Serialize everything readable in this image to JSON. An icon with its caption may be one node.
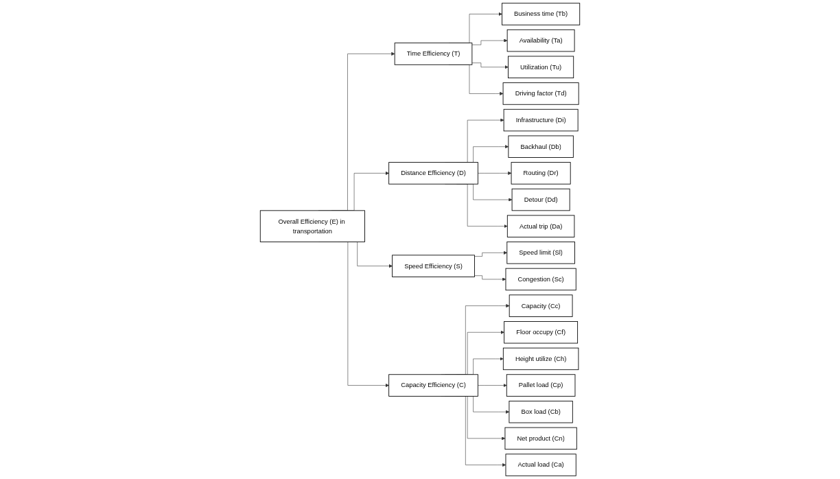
{
  "diagram": {
    "nodes": [
      {
        "text": [
          "Overall Efficiency (E) in transportation"
        ]
      },
      {
        "text": [
          "Time Efficiency (T)"
        ]
      },
      {
        "text": [
          "Business time (Tb)"
        ]
      },
      {
        "text": [
          "Availability (Ta)"
        ]
      },
      {
        "text": [
          "Utilization (Tu)"
        ]
      },
      {
        "text": [
          "Driving factor (Td)"
        ]
      },
      {
        "text": [
          "Distance Efficiency (D)"
        ]
      },
      {
        "text": [
          "Infrastructure (Di)"
        ]
      },
      {
        "text": [
          "Backhaul (Db)"
        ]
      },
      {
        "text": [
          "Routing (Dr)"
        ]
      },
      {
        "text": [
          "Detour (Dd)"
        ]
      },
      {
        "text": [
          "Actual trip (Da)"
        ]
      },
      {
        "text": [
          "Speed Efficiency (S)"
        ]
      },
      {
        "text": [
          "Speed limit (Sl)"
        ]
      },
      {
        "text": [
          "Congestion (Sc)"
        ]
      },
      {
        "text": [
          "Capacity Efficiency (C)"
        ]
      },
      {
        "text": [
          "Capacity (Cc)"
        ]
      },
      {
        "text": [
          "Floor occupy (Cf)"
        ]
      },
      {
        "text": [
          "Height utilize (Ch)"
        ]
      },
      {
        "text": [
          "Pallet load (Cp)"
        ]
      },
      {
        "text": [
          "Box load (Cb)"
        ]
      },
      {
        "text": [
          "Net product (Cn)"
        ]
      },
      {
        "text": [
          "Actual load (Ca)"
        ]
      }
    ],
    "edges": [
      {
        "from": 0,
        "to": 1,
        "arrow": "to"
      },
      {
        "from": 0,
        "to": 6,
        "arrow": "to"
      },
      {
        "from": 0,
        "to": 12,
        "arrow": "to"
      },
      {
        "from": 0,
        "to": 15,
        "arrow": "to"
      },
      {
        "from": 1,
        "to": 2,
        "arrow": "to"
      },
      {
        "from": 1,
        "to": 3,
        "arrow": "to"
      },
      {
        "from": 1,
        "to": 4,
        "arrow": "to"
      },
      {
        "from": 1,
        "to": 5,
        "arrow": "to"
      },
      {
        "from": 6,
        "to": 7,
        "arrow": "to"
      },
      {
        "from": 6,
        "to": 8,
        "arrow": "to"
      },
      {
        "from": 6,
        "to": 9,
        "arrow": "to"
      },
      {
        "from": 6,
        "to": 10,
        "arrow": "to"
      },
      {
        "from": 6,
        "to": 11,
        "arrow": "to"
      },
      {
        "from": 12,
        "to": 13,
        "arrow": "to"
      },
      {
        "from": 12,
        "to": 14,
        "arrow": "to"
      },
      {
        "from": 15,
        "to": 16,
        "arrow": "to"
      },
      {
        "from": 15,
        "to": 17,
        "arrow": "to"
      },
      {
        "from": 15,
        "to": 18,
        "arrow": "to"
      },
      {
        "from": 15,
        "to": 19,
        "arrow": "to"
      },
      {
        "from": 15,
        "to": 20,
        "arrow": "to"
      },
      {
        "from": 15,
        "to": 21,
        "arrow": "to"
      },
      {
        "from": 15,
        "to": 22,
        "arrow": "to"
      }
    ]
  }
}
